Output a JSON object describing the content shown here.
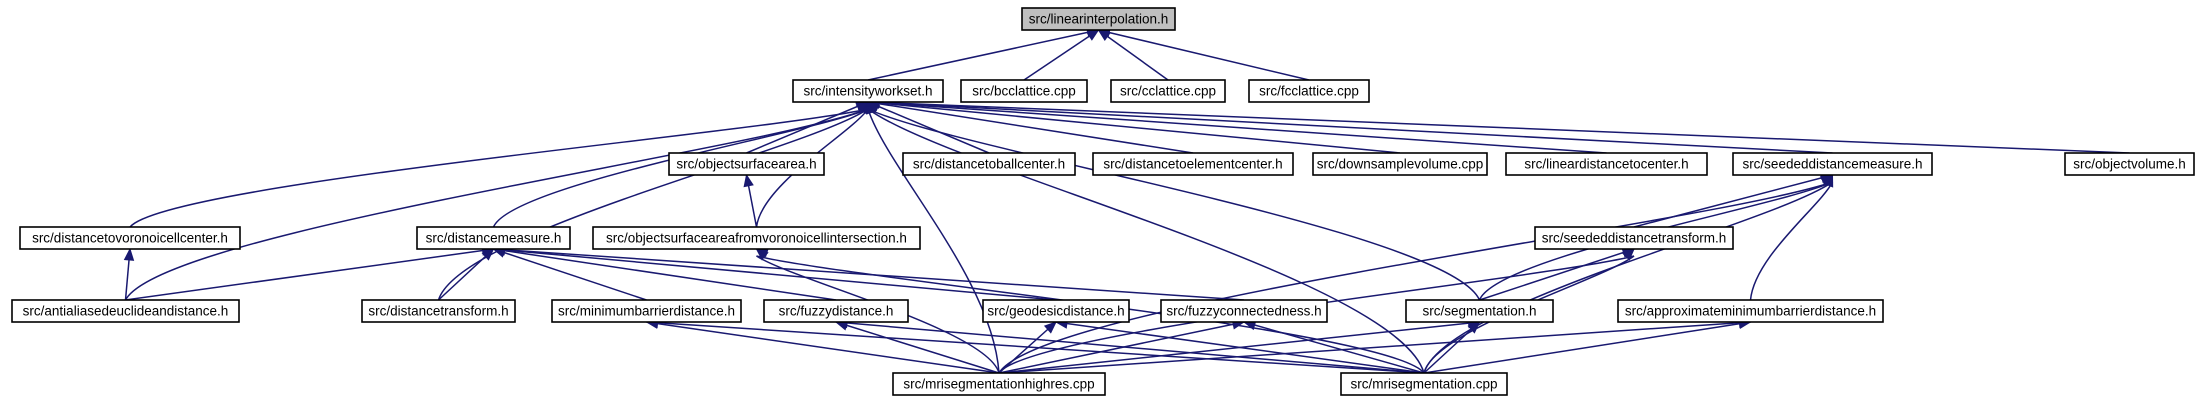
{
  "colors": {
    "edge": "#191970",
    "root_fill": "#bfbfbf",
    "node_fill": "#ffffff",
    "border": "#000000"
  },
  "nodes": [
    {
      "id": "linint",
      "label": "src/linearinterpolation.h",
      "root": true
    },
    {
      "id": "iws",
      "label": "src/intensityworkset.h"
    },
    {
      "id": "bcc",
      "label": "src/bcclattice.cpp"
    },
    {
      "id": "cc",
      "label": "src/cclattice.cpp"
    },
    {
      "id": "fcc",
      "label": "src/fcclattice.cpp"
    },
    {
      "id": "osa",
      "label": "src/objectsurfacearea.h"
    },
    {
      "id": "dtbc",
      "label": "src/distancetoballcenter.h"
    },
    {
      "id": "dtec",
      "label": "src/distancetoelementcenter.h"
    },
    {
      "id": "dsv",
      "label": "src/downsamplevolume.cpp"
    },
    {
      "id": "ldtc",
      "label": "src/lineardistancetocenter.h"
    },
    {
      "id": "sdm",
      "label": "src/seededdistancemeasure.h"
    },
    {
      "id": "ov",
      "label": "src/objectvolume.h"
    },
    {
      "id": "dtvc",
      "label": "src/distancetovoronoicellcenter.h"
    },
    {
      "id": "dm",
      "label": "src/distancemeasure.h"
    },
    {
      "id": "osavi",
      "label": "src/objectsurfaceareafromvoronoicellintersection.h"
    },
    {
      "id": "sdt",
      "label": "src/seededdistancetransform.h"
    },
    {
      "id": "aaed",
      "label": "src/antialiasedeuclideandistance.h"
    },
    {
      "id": "dt",
      "label": "src/distancetransform.h"
    },
    {
      "id": "mbd",
      "label": "src/minimumbarrierdistance.h"
    },
    {
      "id": "fd",
      "label": "src/fuzzydistance.h"
    },
    {
      "id": "gd",
      "label": "src/geodesicdistance.h"
    },
    {
      "id": "fc",
      "label": "src/fuzzyconnectedness.h"
    },
    {
      "id": "seg",
      "label": "src/segmentation.h"
    },
    {
      "id": "ambd",
      "label": "src/approximateminimumbarrierdistance.h"
    },
    {
      "id": "mrishr",
      "label": "src/mrisegmentationhighres.cpp"
    },
    {
      "id": "mris",
      "label": "src/mrisegmentation.cpp"
    }
  ],
  "edges": [
    [
      "linint",
      "iws"
    ],
    [
      "linint",
      "bcc"
    ],
    [
      "linint",
      "cc"
    ],
    [
      "linint",
      "fcc"
    ],
    [
      "iws",
      "osa"
    ],
    [
      "iws",
      "dtbc"
    ],
    [
      "iws",
      "dtec"
    ],
    [
      "iws",
      "dsv"
    ],
    [
      "iws",
      "ldtc"
    ],
    [
      "iws",
      "sdm"
    ],
    [
      "iws",
      "ov"
    ],
    [
      "iws",
      "dtvc"
    ],
    [
      "iws",
      "aaed"
    ],
    [
      "iws",
      "dm"
    ],
    [
      "iws",
      "osavi"
    ],
    [
      "iws",
      "dt"
    ],
    [
      "iws",
      "seg"
    ],
    [
      "iws",
      "mrishr"
    ],
    [
      "iws",
      "mris"
    ],
    [
      "osa",
      "osavi"
    ],
    [
      "dtvc",
      "aaed"
    ],
    [
      "dm",
      "aaed"
    ],
    [
      "dm",
      "dt"
    ],
    [
      "dm",
      "mbd"
    ],
    [
      "dm",
      "fd"
    ],
    [
      "dm",
      "gd"
    ],
    [
      "dm",
      "fc"
    ],
    [
      "osavi",
      "mrishr"
    ],
    [
      "osavi",
      "mris"
    ],
    [
      "sdm",
      "sdt"
    ],
    [
      "sdm",
      "seg"
    ],
    [
      "sdm",
      "ambd"
    ],
    [
      "sdm",
      "mrishr"
    ],
    [
      "sdm",
      "mris"
    ],
    [
      "sdt",
      "seg"
    ],
    [
      "sdt",
      "mrishr"
    ],
    [
      "sdt",
      "mris"
    ],
    [
      "mbd",
      "mrishr"
    ],
    [
      "mbd",
      "mris"
    ],
    [
      "fd",
      "mrishr"
    ],
    [
      "fd",
      "mris"
    ],
    [
      "gd",
      "mrishr"
    ],
    [
      "gd",
      "mris"
    ],
    [
      "fc",
      "mrishr"
    ],
    [
      "fc",
      "mris"
    ],
    [
      "seg",
      "mrishr"
    ],
    [
      "seg",
      "mris"
    ],
    [
      "ambd",
      "mrishr"
    ],
    [
      "ambd",
      "mris"
    ]
  ]
}
